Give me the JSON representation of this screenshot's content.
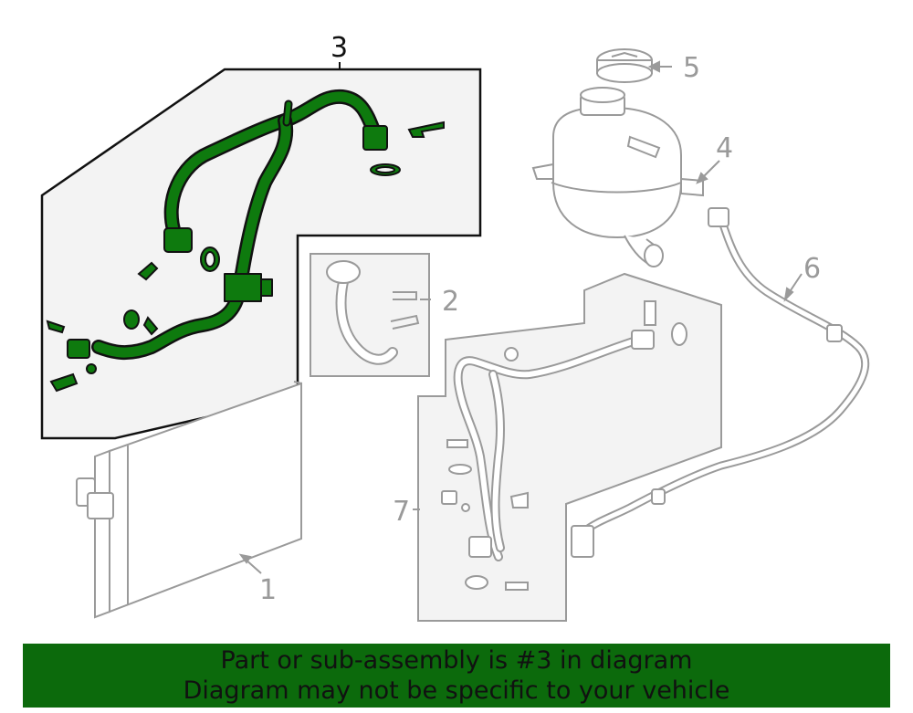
{
  "diagram": {
    "callouts": {
      "c1": "1",
      "c2": "2",
      "c3": "3",
      "c4": "4",
      "c5": "5",
      "c6": "6",
      "c7": "7"
    },
    "highlighted_part": "3"
  },
  "banner": {
    "line1": "Part or sub-assembly is #3 in diagram",
    "line2": "Diagram may not be specific to your vehicle"
  },
  "colors": {
    "highlight_green": "#0c6a0c",
    "part_gray": "#9a9a9a",
    "panel_fill": "#f3f3f3",
    "banner_bg": "#0c6a0c"
  }
}
